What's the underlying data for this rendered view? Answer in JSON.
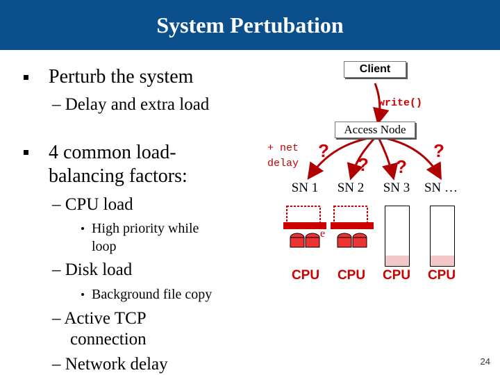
{
  "slide": {
    "title": "System Pertubation",
    "page_number": "24"
  },
  "bullets": {
    "b1": "Perturb the system",
    "b1_sub1": "– Delay and extra load",
    "b2_line1": "4 common load-",
    "b2_line2": "balancing factors:",
    "cpu_load": "– CPU load",
    "cpu_sub_line1": "High priority while",
    "cpu_sub_line2": "loop",
    "disk_load": "– Disk load",
    "disk_sub": "Background file copy",
    "tcp_line1": "– Active TCP",
    "tcp_line2": "connection",
    "net_delay": "– Network delay"
  },
  "diagram": {
    "client": "Client",
    "write_call": "write()",
    "access_node": "Access Node",
    "net_delay_line1": "+ net",
    "net_delay_line2": "delay",
    "question_mark": "?",
    "disk_label": "e",
    "storage_nodes": [
      {
        "label": "SN 1",
        "cpu": "CPU",
        "cpu_level": 0.55
      },
      {
        "label": "SN 2",
        "cpu": "CPU",
        "cpu_level": 0.55
      },
      {
        "label": "SN 3",
        "cpu": "CPU",
        "cpu_level": 0.18
      },
      {
        "label": "SN …",
        "cpu": "CPU",
        "cpu_level": 0.18
      }
    ],
    "colors": {
      "title_bar": "#0b4f8c",
      "accent_red": "#cc0000",
      "cpu_fill": "#f2c8c8",
      "disk_fill": "#ee3333",
      "arrow_red": "#b00000"
    }
  }
}
